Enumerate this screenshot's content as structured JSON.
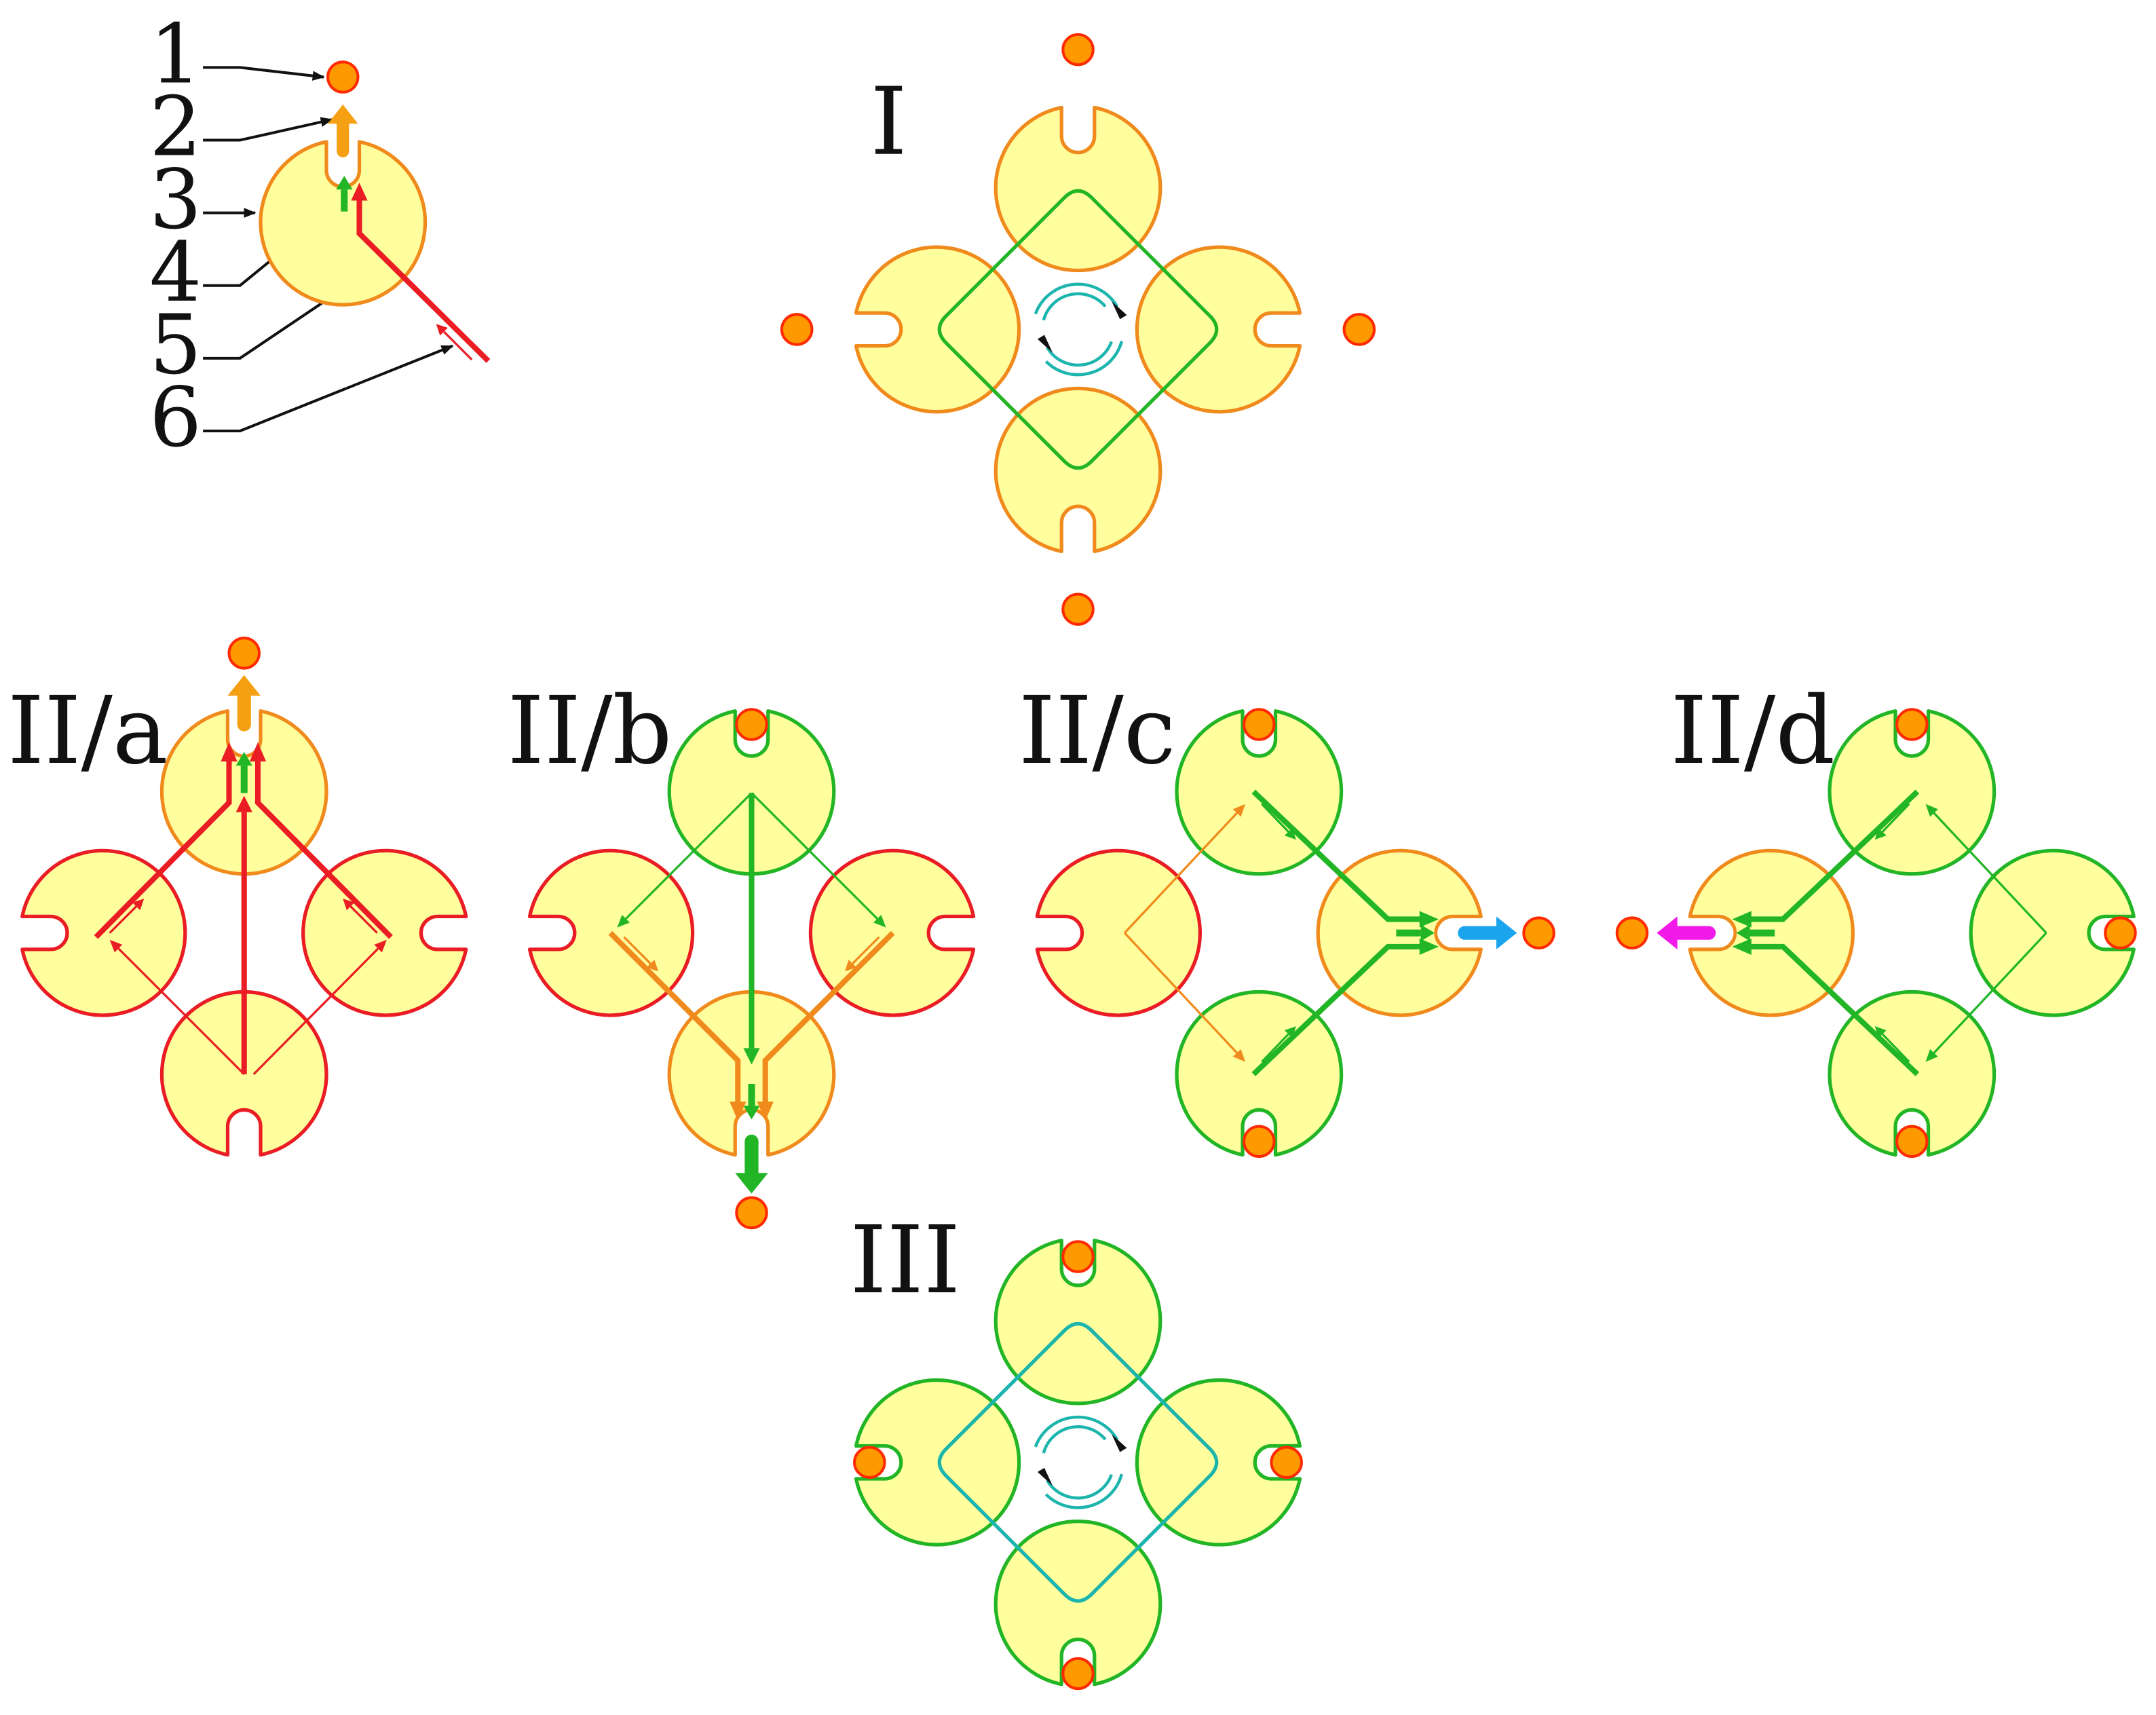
{
  "legend": {
    "labels": [
      "1",
      "2",
      "3",
      "4",
      "5",
      "6"
    ]
  },
  "panels": {
    "I": "I",
    "IIa": "II/a",
    "IIb": "II/b",
    "IIc": "II/c",
    "IId": "II/d",
    "III": "III"
  },
  "colors": {
    "cell_fill": "#ffff9e",
    "ball_fill": "#ff9900",
    "ball_stroke": "#ff2a00",
    "orange": "#f08a1c",
    "red": "#ea1c24",
    "green": "#22b526",
    "cyan": "#1cb5ad",
    "blue": "#1aa5ee",
    "magenta": "#f21ae8",
    "arrow_orange": "#f5a013"
  }
}
